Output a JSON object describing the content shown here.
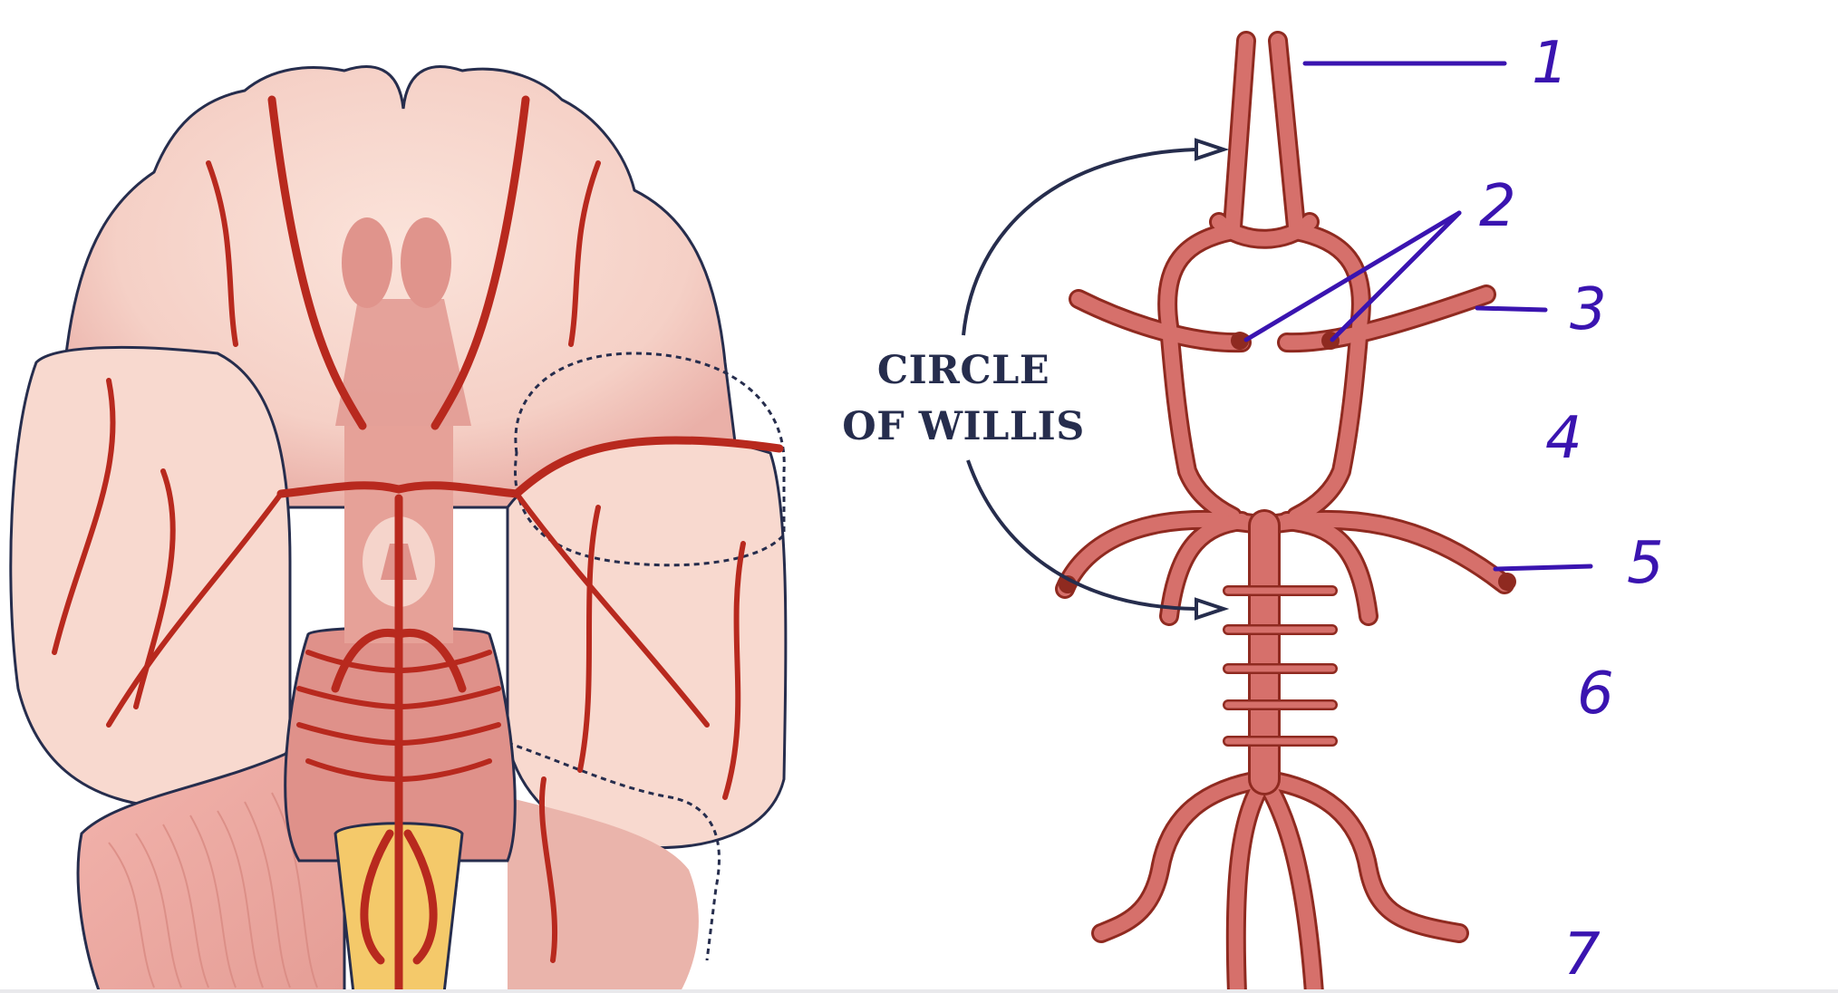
{
  "diagram": {
    "title_line1": "CIRCLE",
    "title_line2": "OF WILLIS",
    "left_panel": "brain-inferior-view-illustration",
    "right_panel": "circle-of-willis-schematic",
    "labels": [
      {
        "id": 1,
        "text": "1"
      },
      {
        "id": 2,
        "text": "2"
      },
      {
        "id": 3,
        "text": "3"
      },
      {
        "id": 4,
        "text": "4"
      },
      {
        "id": 5,
        "text": "5"
      },
      {
        "id": 6,
        "text": "6"
      },
      {
        "id": 7,
        "text": "7"
      }
    ],
    "colors": {
      "artery_fill": "#d6706b",
      "artery_outline": "#8f2a20",
      "brain_fill": "#f7d6cc",
      "brain_shade": "#e9a79f",
      "vessel_red": "#b8291e",
      "outline_navy": "#262d4d",
      "annotation_ink": "#3a14b0",
      "spinal_yellow": "#f4c96a"
    }
  }
}
